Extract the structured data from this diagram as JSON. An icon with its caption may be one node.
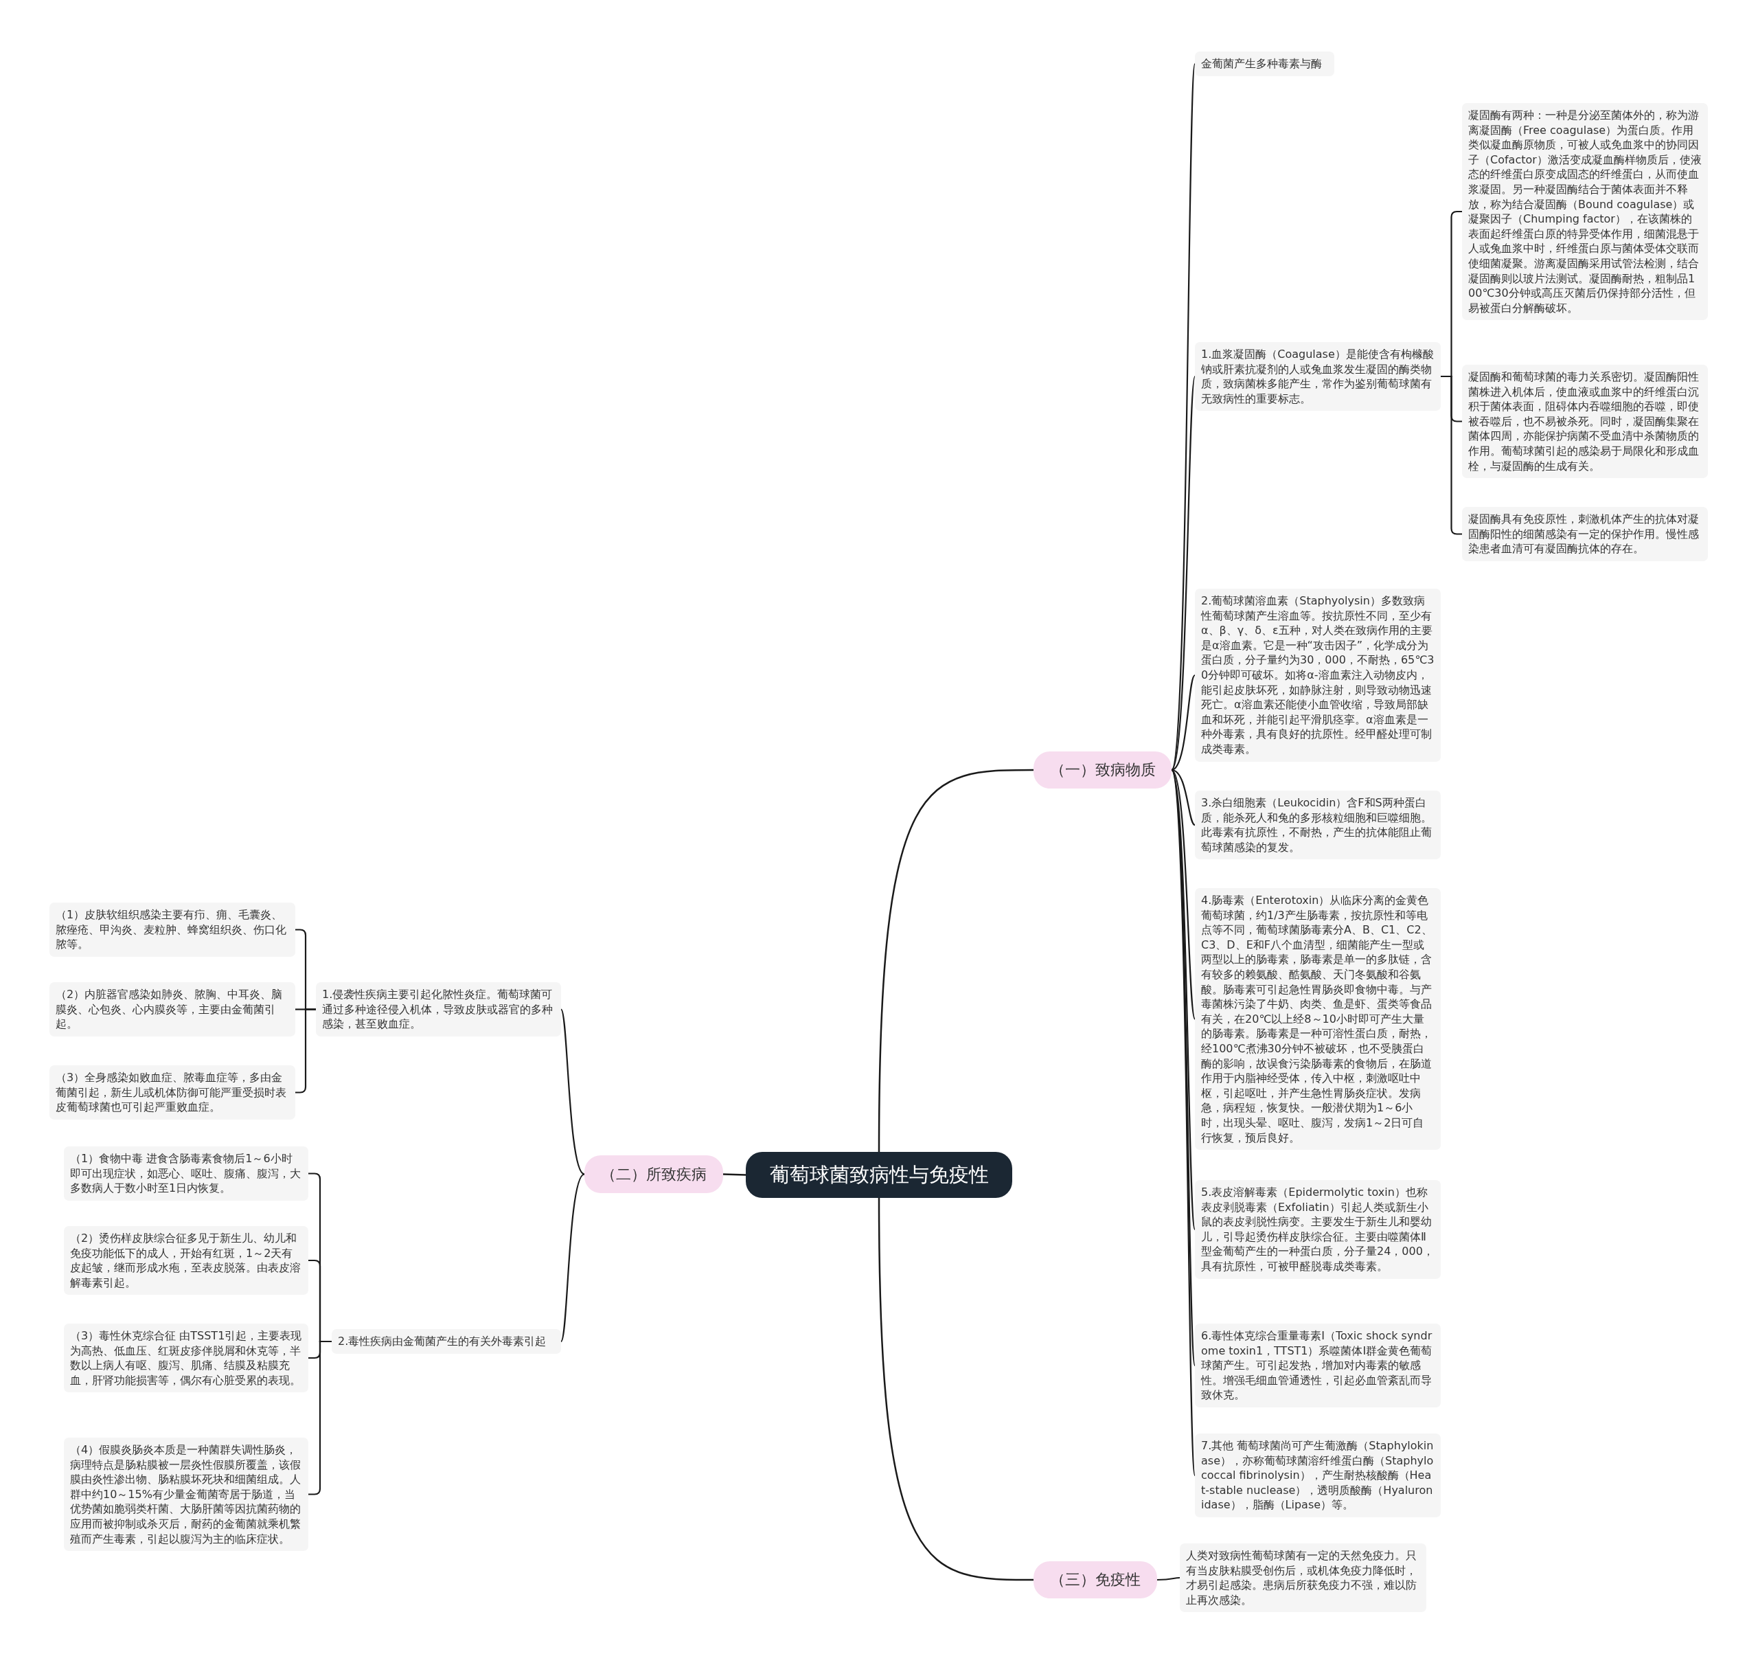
{
  "diagram": {
    "nodes": [
      {
        "text": [
          "葡萄球菌致病性与免疫性"
        ]
      },
      {
        "text": [
          "（一）致病物质"
        ]
      },
      {
        "text": [
          "金葡菌产生多种毒素与酶"
        ]
      },
      {
        "text": [
          "1.血浆凝固酶（Coagulase）是能使含有枸橼酸钠或肝素抗凝剂的人或兔血浆发生凝固的酶类物质，致病菌株多能产生，常作为鉴别葡萄球菌有无致病性的重要标志。"
        ]
      },
      {
        "text": [
          "凝固酶有两种：一种是分泌至菌体外的，称为游离凝固酶（Free coagulase）为蛋白质。作用类似凝血酶原物质，可被人或免血浆中的协同因子（Cofactor）激活变成凝血酶样物质后，使液态的纤维蛋白原变成固态的纤维蛋白，从而使血浆凝固。另一种凝固酶结合于菌体表面并不释放，称为结合凝固酶（Bound coagulase）或凝聚因子（Chumping factor），在该菌株的表面起纤维蛋白原的特异受体作用，细菌混悬于人或兔血浆中时，纤维蛋白原与菌体受体交联而使细菌凝聚。游离凝固酶采用试管法检测，结合凝固酶则以玻片法测试。凝固酶耐热，粗制品100℃30分钟或高压灭菌后仍保持部分活性，但易被蛋白分解酶破坏。"
        ]
      },
      {
        "text": [
          "凝固酶和葡萄球菌的毒力关系密切。凝固酶阳性菌株进入机体后，使血液或血浆中的纤维蛋白沉积于菌体表面，阻碍体内吞噬细胞的吞噬，即使被吞噬后，也不易被杀死。同时，凝固酶集聚在菌体四周，亦能保护病菌不受血清中杀菌物质的作用。葡萄球菌引起的感染易于局限化和形成血栓，与凝固酶的生成有关。"
        ]
      },
      {
        "text": [
          "凝固酶具有免疫原性，刺激机体产生的抗体对凝固酶阳性的细菌感染有一定的保护作用。慢性感染患者血清可有凝固酶抗体的存在。"
        ]
      },
      {
        "text": [
          "2.葡萄球菌溶血素（Staphyolysin）多数致病性葡萄球菌产生溶血等。按抗原性不同，至少有α、β、γ、δ、ε五种，对人类在致病作用的主要是α溶血素。它是一种“攻击因子”，化学成分为蛋白质，分子量约为30，000，不耐热，65℃30分钟即可破坏。如将α-溶血素注入动物皮内，能引起皮肤坏死，如静脉注射，则导致动物迅速死亡。α溶血素还能使小血管收缩，导致局部缺血和坏死，并能引起平滑肌痉挛。α溶血素是一种外毒素，具有良好的抗原性。经甲醛处理可制成类毒素。"
        ]
      },
      {
        "text": [
          "3.杀白细胞素（Leukocidin）含F和S两种蛋白质，能杀死人和兔的多形核粒细胞和巨噬细胞。此毒素有抗原性，不耐热，产生的抗体能阻止葡萄球菌感染的复发。"
        ]
      },
      {
        "text": [
          "4.肠毒素（Enterotoxin）从临床分离的金黄色葡萄球菌，约1/3产生肠毒素，按抗原性和等电点等不同，葡萄球菌肠毒素分A、B、C1、C2、C3、D、E和F八个血清型，细菌能产生一型或两型以上的肠毒素，肠毒素是单一的多肽链，含有较多的赖氨酸、酷氨酸、天门冬氨酸和谷氨酸。肠毒素可引起急性胃肠炎即食物中毒。与产毒菌株污染了牛奶、肉类、鱼是虾、蛋类等食品有关，在20℃以上经8～10小时即可产生大量的肠毒素。肠毒素是一种可溶性蛋白质，耐热，经100℃煮沸30分钟不被破坏，也不受胰蛋白酶的影响，故误食污染肠毒素的食物后，在肠道作用于内脂神经受体，传入中枢，刺激呕吐中枢，引起呕吐，并产生急性胃肠炎症状。发病急，病程短，恢复快。一般潜伏期为1～6小时，出现头晕、呕吐、腹泻，发病1～2日可自行恢复，预后良好。"
        ]
      },
      {
        "text": [
          "5.表皮溶解毒素（Epidermolytic toxin）也称表皮剥脱毒素（Exfoliatin）引起人类或新生小鼠的表皮剥脱性病变。主要发生于新生儿和婴幼儿，引导起烫伤样皮肤综合征。主要由噬菌体Ⅱ型金葡萄产生的一种蛋白质，分子量24，000，具有抗原性，可被甲醛脱毒成类毒素。"
        ]
      },
      {
        "text": [
          "6.毒性体克综合重量毒素Ⅰ（Toxic shock syndrome toxin1，TTST1）系噬菌体Ⅰ群金黄色葡萄球菌产生。可引起发热，增加对内毒素的敏感性。增强毛细血管通透性，引起必血管紊乱而导致休克。"
        ]
      },
      {
        "text": [
          "7.其他 葡萄球菌尚可产生葡激酶（Staphylokinase），亦称葡萄球菌溶纤维蛋白酶（Staphylococcal fibrinolysin），产生耐热核酸酶（Heat-stable nuclease），透明质酸酶（Hyaluronidase），脂酶（Lipase）等。"
        ]
      },
      {
        "text": [
          "（二）所致疾病"
        ]
      },
      {
        "text": [
          "1.侵袭性疾病主要引起化脓性炎症。葡萄球菌可通过多种途径侵入机体，导致皮肤或器官的多种感染，甚至败血症。"
        ]
      },
      {
        "text": [
          "（1）皮肤软组织感染主要有疖、痈、毛囊炎、脓痤疮、甲沟炎、麦粒肿、蜂窝组织炎、伤口化脓等。"
        ]
      },
      {
        "text": [
          "（2）内脏器官感染如肺炎、脓胸、中耳炎、脑膜炎、心包炎、心内膜炎等，主要由金葡菌引起。"
        ]
      },
      {
        "text": [
          "（3）全身感染如败血症、脓毒血症等，多由金葡菌引起，新生儿或机体防御可能严重受损时表皮葡萄球菌也可引起严重败血症。"
        ]
      },
      {
        "text": [
          "2.毒性疾病由金葡菌产生的有关外毒素引起"
        ]
      },
      {
        "text": [
          "（1）食物中毒 进食含肠毒素食物后1～6小时即可出现症状，如恶心、呕吐、腹痛、腹泻，大多数病人于数小时至1日内恢复。"
        ]
      },
      {
        "text": [
          "（2）烫伤样皮肤综合征多见于新生儿、幼儿和免疫功能低下的成人，开始有红斑，1～2天有皮起皱，继而形成水疱，至表皮脱落。由表皮溶解毒素引起。"
        ]
      },
      {
        "text": [
          "（3）毒性休克综合征 由TSST1引起，主要表现为高热、低血压、红斑皮疹伴脱屑和休克等，半数以上病人有呕、腹泻、肌痛、结膜及粘膜充血，肝肾功能损害等，偶尔有心脏受累的表现。"
        ]
      },
      {
        "text": [
          "（4）假膜炎肠炎本质是一种菌群失调性肠炎，病理特点是肠粘膜被一层炎性假膜所覆盖，该假膜由炎性渗出物、肠粘膜坏死块和细菌组成。人群中约10～15%有少量金葡菌寄居于肠道，当优势菌如脆弱类杆菌、大肠肝菌等因抗菌药物的应用而被抑制或杀灭后，耐药的金葡菌就乘机繁殖而产生毒素，引起以腹泻为主的临床症状。"
        ]
      },
      {
        "text": [
          "（三）免疫性"
        ]
      },
      {
        "text": [
          "人类对致病性葡萄球菌有一定的天然免疫力。只有当皮肤粘膜受创伤后，或机体免疫力降低时，才易引起感染。患病后所获免疫力不强，难以防止再次感染。"
        ]
      }
    ],
    "edges": [
      {
        "from": 0,
        "to": 1,
        "arrow": "none"
      },
      {
        "from": 1,
        "to": 2,
        "arrow": "none"
      },
      {
        "from": 1,
        "to": 3,
        "arrow": "none"
      },
      {
        "from": 3,
        "to": 4,
        "arrow": "none"
      },
      {
        "from": 3,
        "to": 5,
        "arrow": "none"
      },
      {
        "from": 3,
        "to": 6,
        "arrow": "none"
      },
      {
        "from": 1,
        "to": 7,
        "arrow": "none"
      },
      {
        "from": 1,
        "to": 8,
        "arrow": "none"
      },
      {
        "from": 1,
        "to": 9,
        "arrow": "none"
      },
      {
        "from": 1,
        "to": 10,
        "arrow": "none"
      },
      {
        "from": 1,
        "to": 11,
        "arrow": "none"
      },
      {
        "from": 1,
        "to": 12,
        "arrow": "none"
      },
      {
        "from": 0,
        "to": 13,
        "arrow": "none"
      },
      {
        "from": 13,
        "to": 14,
        "arrow": "none"
      },
      {
        "from": 14,
        "to": 15,
        "arrow": "none"
      },
      {
        "from": 14,
        "to": 16,
        "arrow": "none"
      },
      {
        "from": 14,
        "to": 17,
        "arrow": "none"
      },
      {
        "from": 13,
        "to": 18,
        "arrow": "none"
      },
      {
        "from": 18,
        "to": 19,
        "arrow": "none"
      },
      {
        "from": 18,
        "to": 20,
        "arrow": "none"
      },
      {
        "from": 18,
        "to": 21,
        "arrow": "none"
      },
      {
        "from": 18,
        "to": 22,
        "arrow": "none"
      },
      {
        "from": 0,
        "to": 23,
        "arrow": "none"
      },
      {
        "from": 23,
        "to": 24,
        "arrow": "none"
      }
    ]
  }
}
